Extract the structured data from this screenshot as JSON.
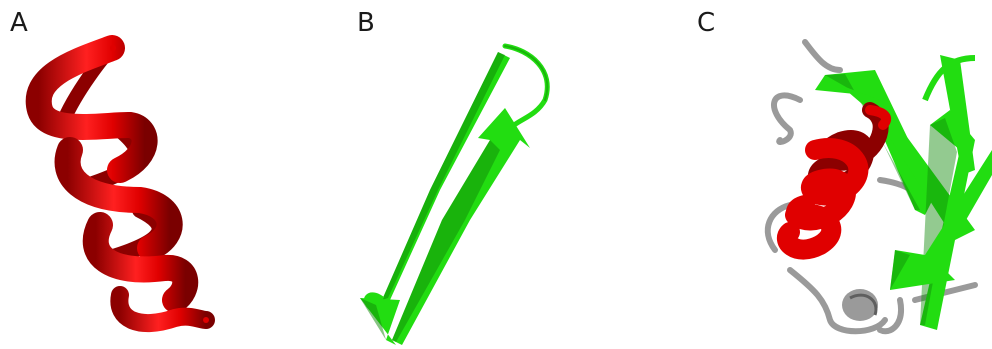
{
  "panels": [
    {
      "label": "A"
    },
    {
      "label": "B"
    },
    {
      "label": "C"
    }
  ],
  "colors": {
    "helix": "#e00000",
    "helix_dark": "#8c0000",
    "strand": "#22dd11",
    "strand_dark": "#0f8a08",
    "loop": "#9a9a9a",
    "loop_dark": "#5f5f5f"
  }
}
